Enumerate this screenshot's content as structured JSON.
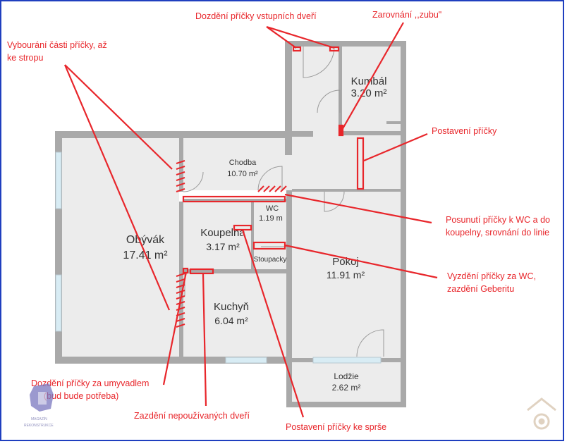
{
  "colors": {
    "wall": "#a9a9a9",
    "floor": "#ececec",
    "annotation": "#e8262b",
    "window": "#d8ecf4",
    "frame": "#1f3fbf",
    "text": "#333333"
  },
  "rooms": {
    "obyvak": {
      "name": "Obývák",
      "area": "17.41 m²"
    },
    "chodba": {
      "name": "Chodba",
      "area": "10.70 m²"
    },
    "kumbal": {
      "name": "Kumbál",
      "area": "3.20 m²"
    },
    "wc": {
      "name": "WC",
      "area": "1.19 m"
    },
    "koupelna": {
      "name": "Koupelna",
      "area": "3.17 m²"
    },
    "stoupacky": {
      "name": "Stoupacky"
    },
    "pokoj": {
      "name": "Pokoj",
      "area": "11.91 m²"
    },
    "kuchyn": {
      "name": "Kuchyň",
      "area": "6.04 m²"
    },
    "lodzie": {
      "name": "Lodžie",
      "area": "2.62 m²"
    }
  },
  "annotations": {
    "vybourani_line1": "Vybourání části příčky, až",
    "vybourani_line2": "ke stropu",
    "dozdeni_vstup": "Dozdění příčky vstupních dveří",
    "zarovnani": "Zarovnání ,,zubu\"",
    "postaveni": "Postavení příčky",
    "posunuti_line1": "Posunutí příčky k WC a do",
    "posunuti_line2": "koupelny, srovnání do linie",
    "vyzdeni_line1": "Vyzdění příčky za WC,",
    "vyzdeni_line2": "zazdění Geberitu",
    "dozdeni_umyvadlo_line1": "Dozdění příčky za umyvadlem",
    "dozdeni_umyvadlo_line2": "(bud bude potřeba)",
    "zazdeni_dveri": "Zazdění nepoužívaných dveří",
    "postaveni_sprse": "Postavení příčky ke sprše"
  },
  "watermark": {
    "line1": "MAGAZÍN",
    "line2": "REKONSTRUKCE"
  },
  "icons": [
    "logo-icon",
    "house-gear-icon",
    "door-swing-icon",
    "window-icon"
  ]
}
